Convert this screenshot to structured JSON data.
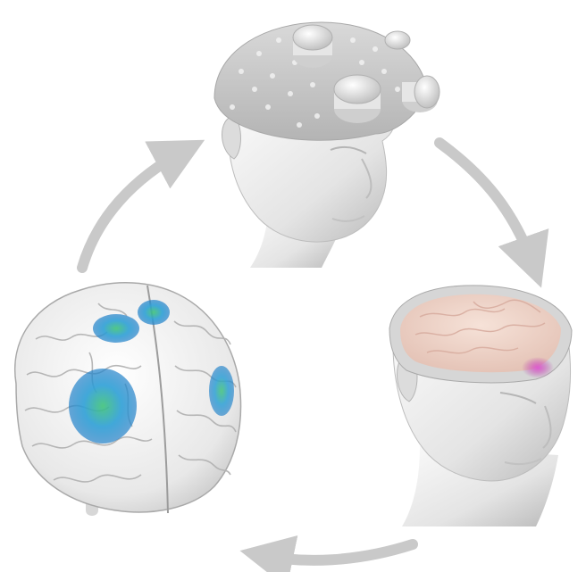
{
  "diagram": {
    "type": "cycle",
    "nodes": [
      {
        "id": "head-with-stimulation-coils",
        "icon": "head-with-coils-icon"
      },
      {
        "id": "head-with-exposed-brain-target",
        "icon": "head-brain-target-icon"
      },
      {
        "id": "brain-activation-map",
        "icon": "brain-activation-icon"
      }
    ],
    "edges": [
      {
        "from": "head-with-stimulation-coils",
        "to": "head-with-exposed-brain-target",
        "direction": "clockwise"
      },
      {
        "from": "head-with-exposed-brain-target",
        "to": "brain-activation-map",
        "direction": "clockwise"
      },
      {
        "from": "brain-activation-map",
        "to": "head-with-stimulation-coils",
        "direction": "clockwise"
      }
    ]
  },
  "colors": {
    "arrow": "#c9c9c9",
    "skin": "#ececec",
    "skin_shadow": "#bdbdbd",
    "cap": "#c8c8c8",
    "cortex": "#f1d6cc",
    "target_spot": "#b43fa6",
    "activation_blue": "#1f8fd0",
    "activation_green": "#2fae6c"
  }
}
